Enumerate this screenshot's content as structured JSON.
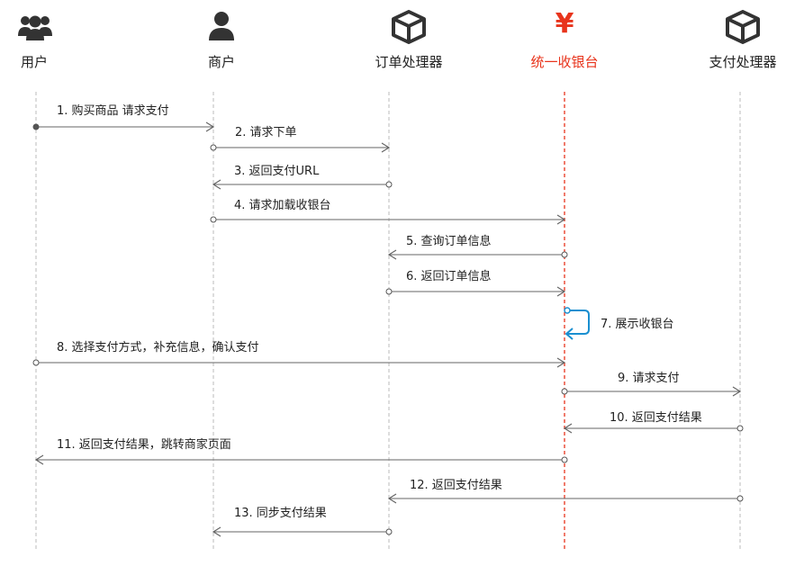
{
  "actors": [
    {
      "id": "user",
      "label": "用户",
      "icon": "users-group-icon"
    },
    {
      "id": "merchant",
      "label": "商户",
      "icon": "user-icon"
    },
    {
      "id": "order",
      "label": "订单处理器",
      "icon": "box-icon"
    },
    {
      "id": "cashier",
      "label": "统一收银台",
      "icon": "yen-icon",
      "symbol": "¥",
      "color": "#e8341c"
    },
    {
      "id": "payment",
      "label": "支付处理器",
      "icon": "box-icon"
    }
  ],
  "messages": [
    {
      "label": "1. 购买商品 请求支付",
      "from": "user",
      "to": "merchant"
    },
    {
      "label": "2. 请求下单",
      "from": "merchant",
      "to": "order"
    },
    {
      "label": "3. 返回支付URL",
      "from": "order",
      "to": "merchant"
    },
    {
      "label": "4. 请求加载收银台",
      "from": "merchant",
      "to": "cashier"
    },
    {
      "label": "5. 查询订单信息",
      "from": "cashier",
      "to": "order"
    },
    {
      "label": "6. 返回订单信息",
      "from": "order",
      "to": "cashier"
    },
    {
      "label": "7. 展示收银台",
      "from": "cashier",
      "to": "cashier",
      "self": true
    },
    {
      "label": "8. 选择支付方式，补充信息，确认支付",
      "from": "user",
      "to": "cashier"
    },
    {
      "label": "9. 请求支付",
      "from": "cashier",
      "to": "payment"
    },
    {
      "label": "10. 返回支付结果",
      "from": "payment",
      "to": "cashier"
    },
    {
      "label": "11. 返回支付结果，跳转商家页面",
      "from": "cashier",
      "to": "user"
    },
    {
      "label": "12. 返回支付结果",
      "from": "payment",
      "to": "order"
    },
    {
      "label": "13. 同步支付结果",
      "from": "order",
      "to": "merchant"
    }
  ],
  "colors": {
    "lifeline": "#bbbbbb",
    "highlight": "#e8341c",
    "arrow": "#666666",
    "self_arrow": "#1a8fd0",
    "icon": "#333333"
  }
}
